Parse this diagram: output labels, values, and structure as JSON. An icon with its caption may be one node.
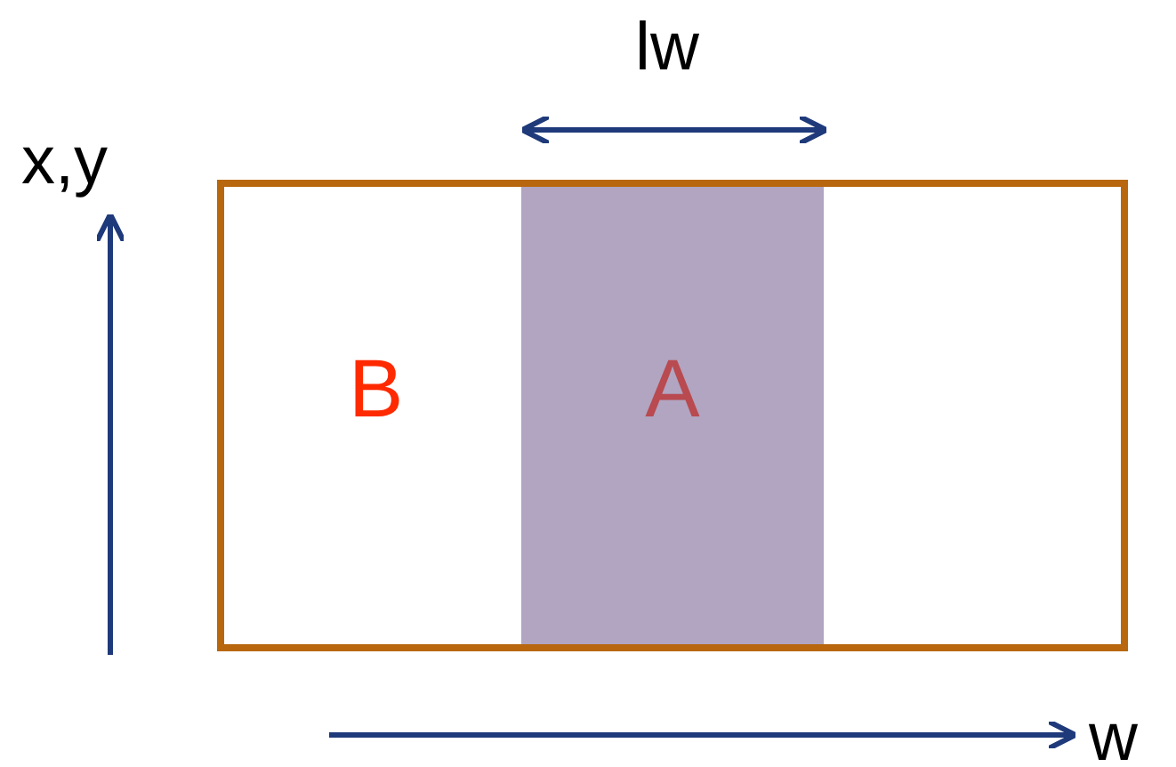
{
  "diagram": {
    "nodes": [
      {
        "text": [
          "B"
        ]
      },
      {
        "text": [
          "A"
        ],
        "in": 0
      }
    ],
    "labels": [
      "lw",
      "x,y",
      "w"
    ]
  }
}
